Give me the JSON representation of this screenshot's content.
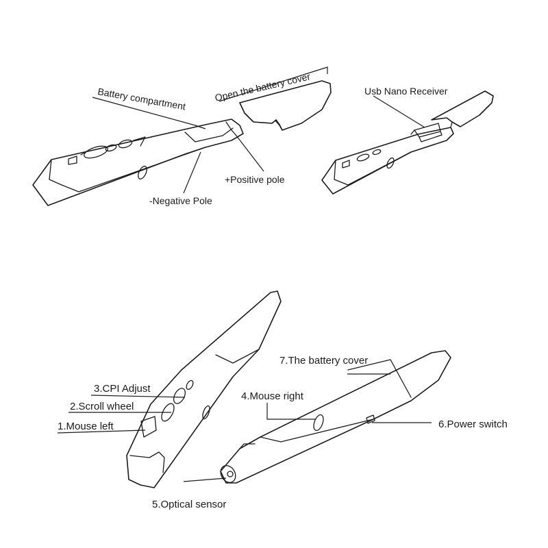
{
  "labels": {
    "battery_compartment": "Battery  compartment",
    "open_battery_cover": "Open the battery cover",
    "usb_nano_receiver": "Usb Nano Receiver",
    "positive_pole": "+Positive pole",
    "negative_pole": "-Negative Pole",
    "cpi_adjust": "3.CPI Adjust",
    "scroll_wheel": "2.Scroll wheel",
    "mouse_left": "1.Mouse left",
    "battery_cover": "7.The battery cover",
    "mouse_right": "4.Mouse right",
    "power_switch": "6.Power switch",
    "optical_sensor": "5.Optical sensor"
  }
}
